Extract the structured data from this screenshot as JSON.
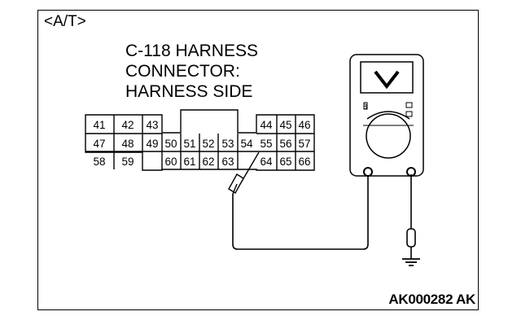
{
  "labels": {
    "transmission_tag": "<A/T>",
    "connector_title_1": "C-118 HARNESS",
    "connector_title_2": "CONNECTOR:",
    "connector_title_3": "HARNESS SIDE",
    "figure_code": "AK000282 AK"
  },
  "connector_pins": {
    "row1": [
      "41",
      "42",
      "43",
      "44",
      "45",
      "46"
    ],
    "row2": [
      "47",
      "48",
      "49",
      "50",
      "51",
      "52",
      "53",
      "54",
      "55",
      "56",
      "57"
    ],
    "row3": [
      "58",
      "59",
      "60",
      "61",
      "62",
      "63",
      "64",
      "65",
      "66"
    ]
  },
  "meter": {
    "display_glyph": "V",
    "dial_mark": "8"
  },
  "colors": {
    "line": "#000000",
    "background": "#ffffff"
  }
}
